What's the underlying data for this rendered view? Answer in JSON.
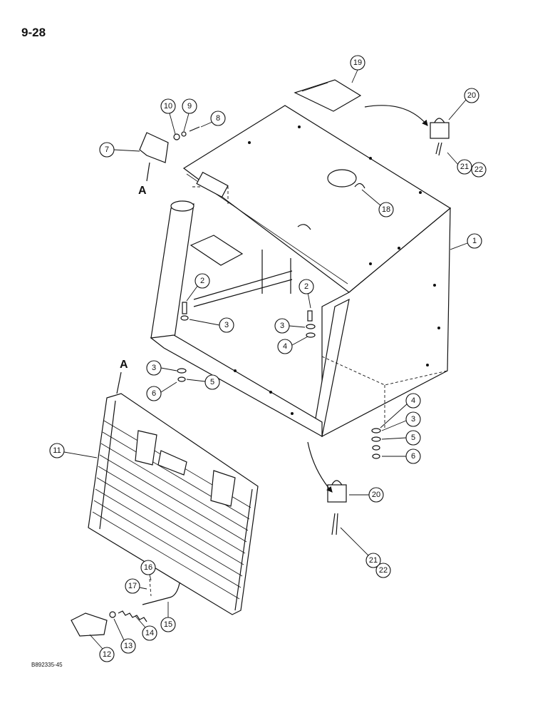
{
  "page": {
    "number": "9-28",
    "figure_code": "B892335-45"
  },
  "view_labels": [
    "A",
    "A"
  ],
  "callouts": [
    "1",
    "2",
    "2",
    "3",
    "3",
    "3",
    "3",
    "4",
    "4",
    "5",
    "5",
    "6",
    "6",
    "7",
    "8",
    "9",
    "10",
    "11",
    "12",
    "13",
    "14",
    "15",
    "16",
    "17",
    "18",
    "19",
    "20",
    "20",
    "21",
    "22",
    "21",
    "22"
  ]
}
